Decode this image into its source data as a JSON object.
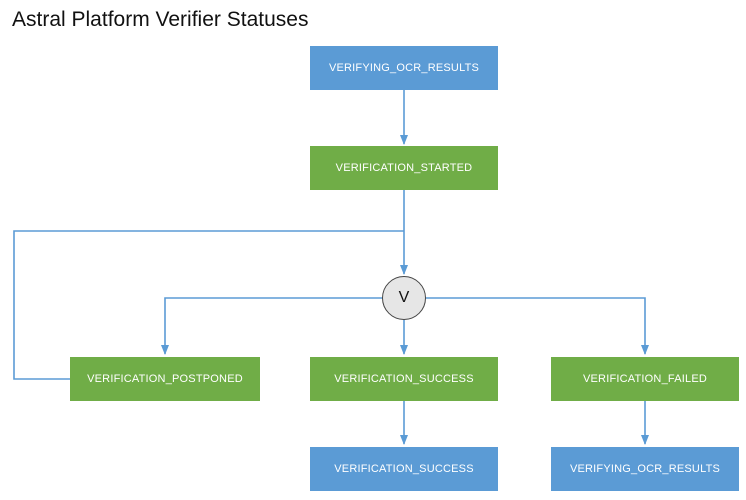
{
  "diagram": {
    "title": "Astral Platform Verifier Statuses",
    "colors": {
      "status_blue": "#5b9bd5",
      "status_green": "#70ad47",
      "connector": "#5b9bd5",
      "gate_fill": "#e6e6e6"
    },
    "nodes": {
      "verifying_ocr_results_top": "VERIFYING_OCR_RESULTS",
      "verification_started": "VERIFICATION_STARTED",
      "verification_postponed": "VERIFICATION_POSTPONED",
      "verification_success": "VERIFICATION_SUCCESS",
      "verification_failed": "VERIFICATION_FAILED",
      "verification_success_result": "VERIFICATION_SUCCESS",
      "verifying_ocr_results_bottom": "VERIFYING_OCR_RESULTS"
    },
    "gate": {
      "label": "V"
    }
  }
}
